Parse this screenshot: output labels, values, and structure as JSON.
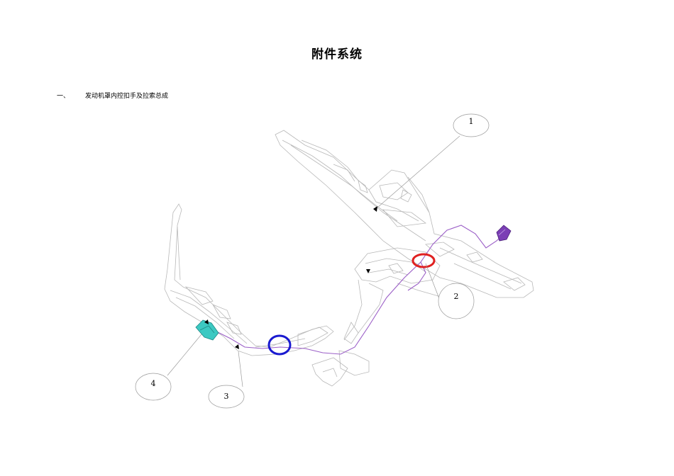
{
  "document": {
    "title": "附件系统",
    "section": {
      "number": "一、",
      "heading": "发动机罩内控扣手及拉索总成"
    }
  },
  "figure": {
    "callouts": [
      "1",
      "2",
      "3",
      "4"
    ],
    "colors": {
      "line": "#b8b8b8",
      "cable": "#9b5fc7",
      "connector": "#7b3fb5",
      "handle": "#3cc9c2",
      "highlight_red": "#e02020",
      "highlight_blue": "#1a1ad0"
    }
  }
}
